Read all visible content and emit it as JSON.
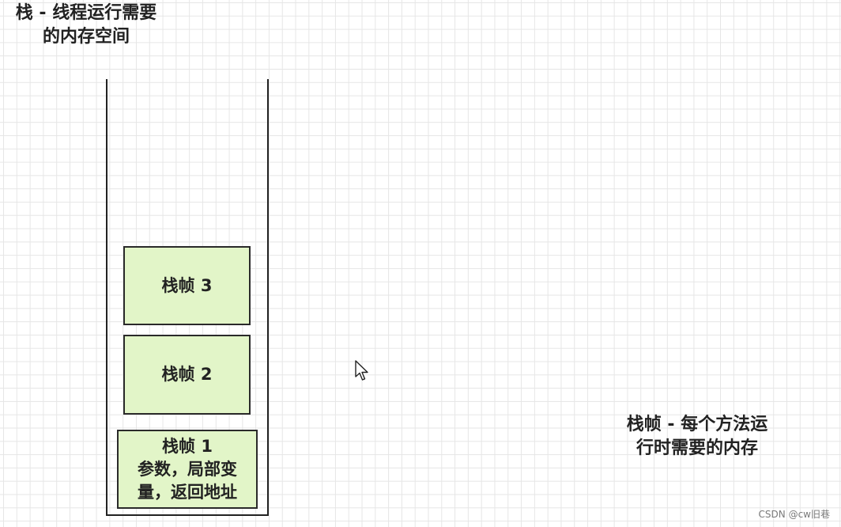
{
  "stack_label": {
    "line1": "栈 - 线程运行需要",
    "line2": "的内存空间"
  },
  "frames": [
    {
      "lines": [
        "栈帧 3"
      ]
    },
    {
      "lines": [
        "栈帧 2"
      ]
    },
    {
      "lines": [
        "栈帧 1",
        "参数，局部变",
        "量，返回地址"
      ]
    }
  ],
  "frame_label": {
    "line1": "栈帧 - 每个方法运",
    "line2": "行时需要的内存"
  },
  "watermark": "CSDN @cw旧巷",
  "colors": {
    "frame_fill": "#e2f5c8",
    "stroke": "#222222"
  },
  "icons": {
    "cursor": "mouse-pointer-icon"
  }
}
